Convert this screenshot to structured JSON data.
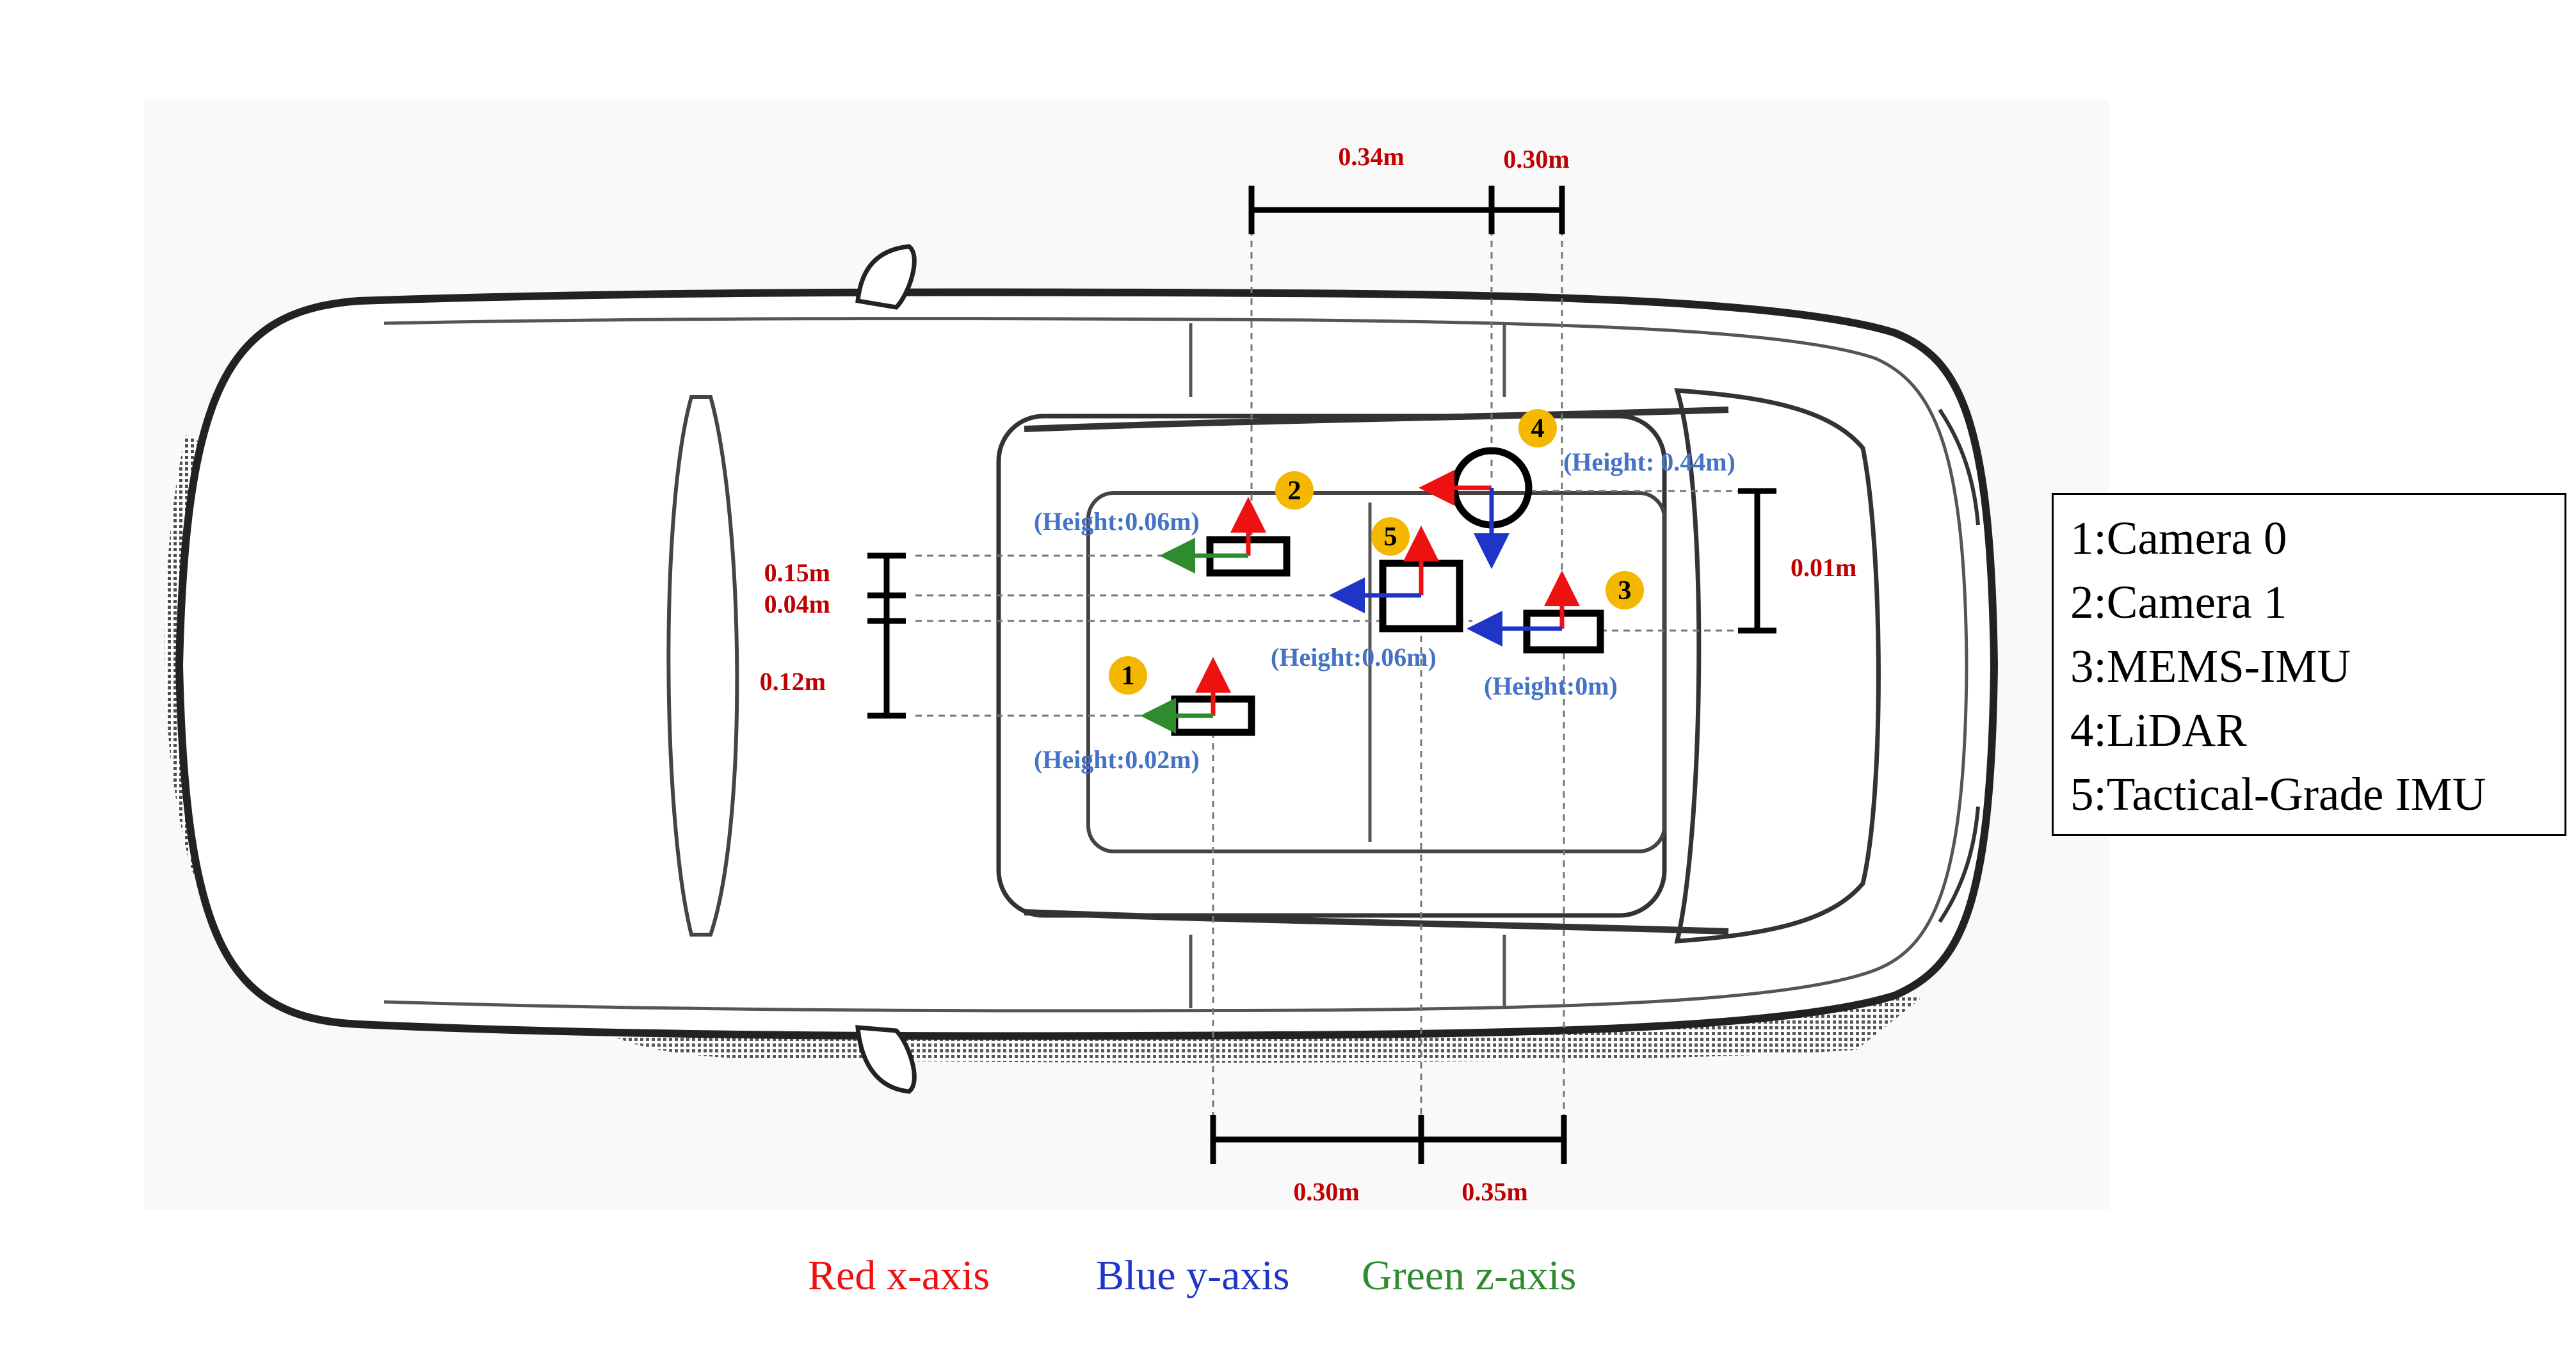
{
  "colors": {
    "x_axis": "#ee1111",
    "y_axis": "#1f35c8",
    "z_axis": "#2e8b2e",
    "dimension_text": "#c00000",
    "height_text": "#4472c4",
    "badge": "#f5b800"
  },
  "sensors": [
    {
      "id": "1",
      "height_label": "(Height:0.02m)"
    },
    {
      "id": "2",
      "height_label": "(Height:0.06m)"
    },
    {
      "id": "3",
      "height_label": "(Height:0m)"
    },
    {
      "id": "4",
      "height_label": "(Height: 0.44m)"
    },
    {
      "id": "5",
      "height_label": "(Height:0.06m)"
    }
  ],
  "dimensions": {
    "top_left": "0.34m",
    "top_right": "0.30m",
    "bottom_left": "0.30m",
    "bottom_right": "0.35m",
    "left_top": "0.15m",
    "left_middle": "0.04m",
    "left_bottom": "0.12m",
    "right": "0.01m"
  },
  "legend": [
    "1:Camera 0",
    "2:Camera 1",
    "3:MEMS-IMU",
    "4:LiDAR",
    "5:Tactical-Grade IMU"
  ],
  "axis_captions": {
    "x": "Red x-axis",
    "y": "Blue y-axis",
    "z": "Green z-axis"
  }
}
